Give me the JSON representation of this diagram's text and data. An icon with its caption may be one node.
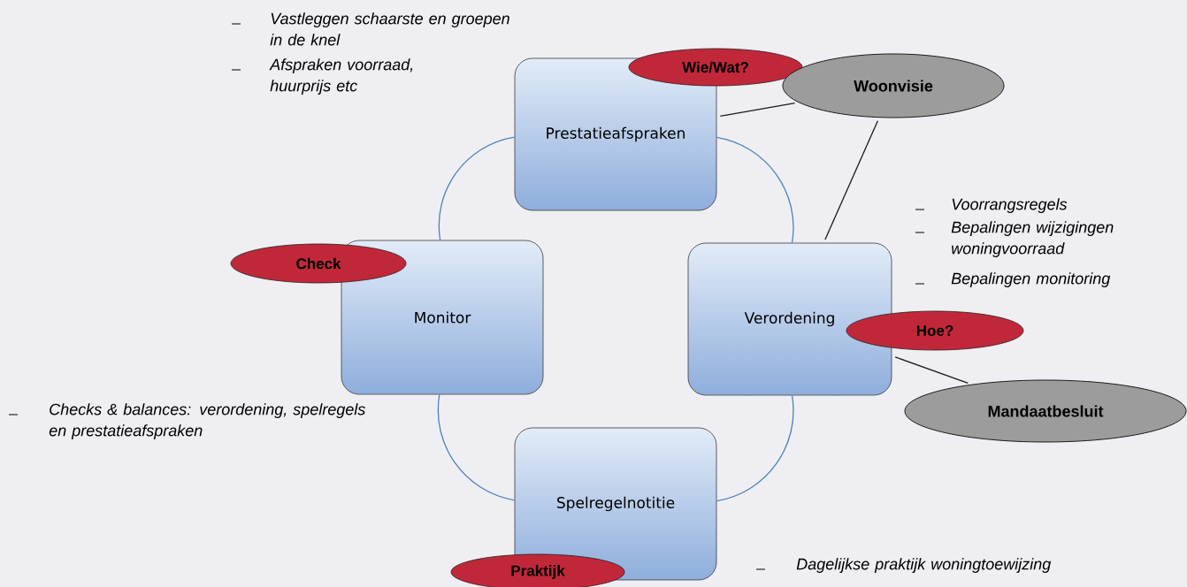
{
  "diagram": {
    "nodes": [
      {
        "text": [
          "Prestatieafspraken"
        ]
      },
      {
        "text": [
          "Verordening"
        ]
      },
      {
        "text": [
          "Spelregelnotitie"
        ]
      },
      {
        "text": [
          "Monitor"
        ]
      },
      {
        "text": [
          "Wie/Wat?"
        ]
      },
      {
        "text": [
          "Woonvisie"
        ]
      },
      {
        "text": [
          "Check"
        ]
      },
      {
        "text": [
          "Hoe?"
        ]
      },
      {
        "text": [
          "Mandaatbesluit"
        ]
      },
      {
        "text": [
          "Praktijk"
        ]
      }
    ],
    "edges": [
      {
        "from": 0,
        "to": 1,
        "arrow": "none"
      },
      {
        "from": 1,
        "to": 2,
        "arrow": "none"
      },
      {
        "from": 2,
        "to": 3,
        "arrow": "none"
      },
      {
        "from": 3,
        "to": 0,
        "arrow": "none"
      },
      {
        "from": 0,
        "to": 5,
        "arrow": "none",
        "color": "#1a1a1a"
      },
      {
        "from": 5,
        "to": 1,
        "arrow": "none",
        "color": "#1a1a1a"
      },
      {
        "from": 1,
        "to": 8,
        "arrow": "none",
        "color": "#1a1a1a"
      }
    ],
    "labels": [
      "Vastleggen schaarste en groepen in de knel",
      "Afspraken voorraad, huurprijs etc",
      "Voorrangsregels",
      "Bepalingen wijzigingen woningvoorraad",
      "Bepalingen monitoring",
      "Checks & balances: verordening, spelregels en prestatieafspraken",
      "Dagelijkse praktijk woningtoewijzing"
    ]
  }
}
